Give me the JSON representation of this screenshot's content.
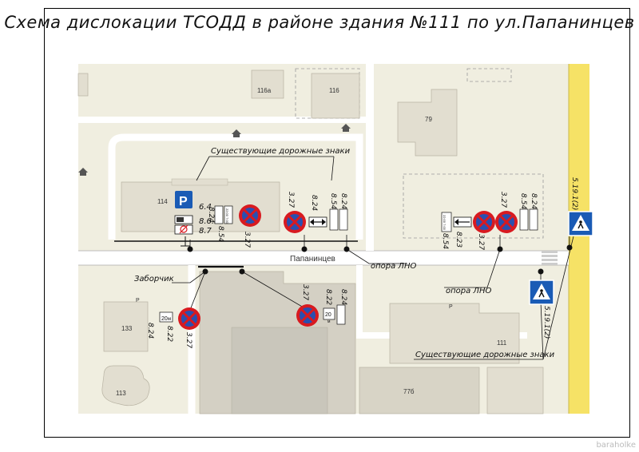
{
  "title": "Схема дислокации ТСОДД в районе здания №111 по ул.Папанинцев",
  "street_name": "Папанинцев",
  "buildings": {
    "b116a": "116а",
    "b116": "116",
    "b79": "79",
    "b114": "114",
    "b133": "133",
    "b113": "113",
    "b111": "111",
    "b77b": "77б"
  },
  "sign_codes": {
    "c64": "6.4",
    "c865": "8.6.5",
    "c87": "8.7",
    "c854a": "8.54",
    "c824a": "8.24",
    "c327a": "3.27",
    "c327b": "3.27",
    "c824b": "8.24",
    "c854b": "8.54",
    "c824c": "8.24",
    "c854c": "8.54",
    "c823": "8.23",
    "c327c": "3.27",
    "c327d": "3.27",
    "c854d": "8.54",
    "c824d": "8.24",
    "c5192a": "5.19.1(2)",
    "c5192b": "5.19.1(2)",
    "c824e": "8.24",
    "c822a": "8.22",
    "c327e": "3.27",
    "c327f": "3.27",
    "c822b": "8.22",
    "c824f": "8.24"
  },
  "plate_texts": {
    "dist20a": "20",
    "unit_a": "м",
    "dist20b": "20",
    "unit_b": "м",
    "pl1": "22:00 7:00",
    "pl2": "22:00 7:00"
  },
  "annotations": {
    "existing_top": "Существующие дорожные знаки",
    "existing_bottom": "Существующие дорожные знаки",
    "fence": "Заборчик",
    "pole1": "опора ЛНО",
    "pole2": "опора ЛНО",
    "parking_letter": "P",
    "yard_p1": "P",
    "yard_p2": "P",
    "watermark": "baraholke"
  },
  "colors": {
    "background": "#f0eee0",
    "road": "#ffffff",
    "highway": "#f6e266",
    "building": "#e2ded0",
    "sign_blue": "#1a5bb5",
    "sign_red": "#d81a20",
    "sign_no_stop_fill": "#2a4fb0"
  },
  "icons": [
    "no-stopping-sign",
    "parking-sign",
    "pedestrian-crossing-sign",
    "utility-pole-dot",
    "map-marker-icon"
  ]
}
